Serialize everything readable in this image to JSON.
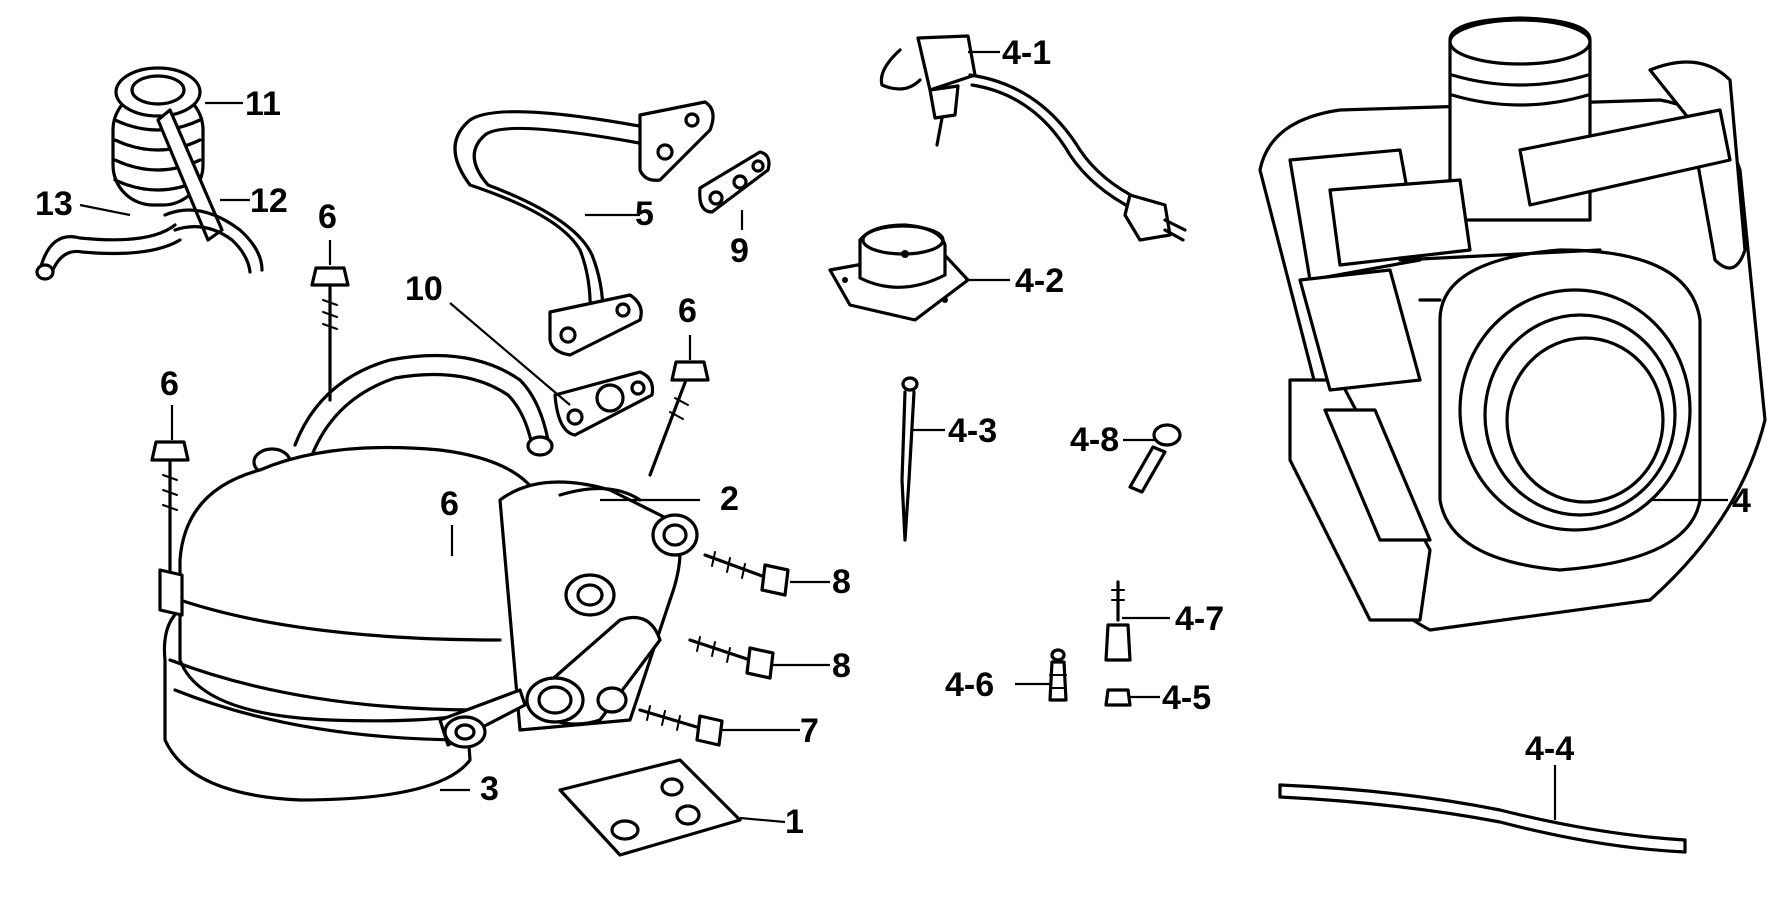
{
  "callouts": {
    "c1": "1",
    "c2": "2",
    "c3": "3",
    "c4": "4",
    "c4_1": "4-1",
    "c4_2": "4-2",
    "c4_3": "4-3",
    "c4_4": "4-4",
    "c4_5": "4-5",
    "c4_6": "4-6",
    "c4_7": "4-7",
    "c4_8": "4-8",
    "c5": "5",
    "c6a": "6",
    "c6b": "6",
    "c6c": "6",
    "c6d": "6",
    "c7": "7",
    "c8a": "8",
    "c8b": "8",
    "c9": "9",
    "c10": "10",
    "c11": "11",
    "c12": "12",
    "c13": "13"
  },
  "colors": {
    "line": "#000000",
    "background": "#ffffff"
  }
}
